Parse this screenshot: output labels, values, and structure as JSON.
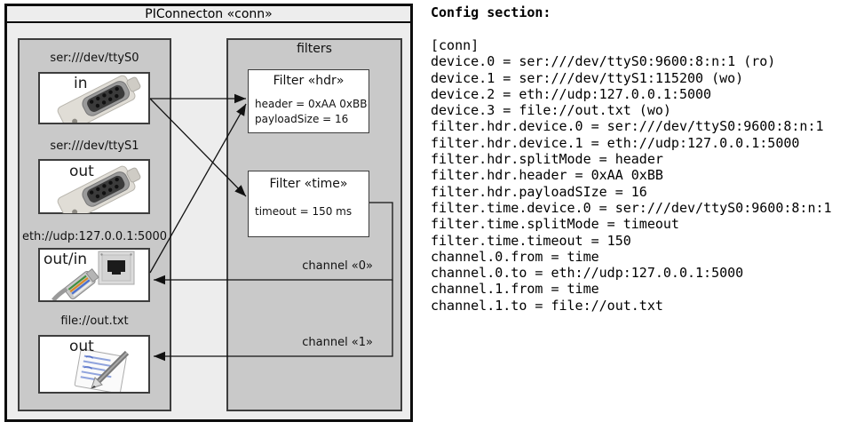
{
  "diagram": {
    "title": "PIConnecton «conn»",
    "devices": [
      {
        "label": "ser:///dev/ttyS0",
        "direction": "in",
        "icon": "serial-connector-icon"
      },
      {
        "label": "ser:///dev/ttyS1",
        "direction": "out",
        "icon": "serial-connector-icon"
      },
      {
        "label": "eth://udp:127.0.0.1:5000",
        "direction": "out/in",
        "icon": "ethernet-icon"
      },
      {
        "label": "file://out.txt",
        "direction": "out",
        "icon": "notepad-icon"
      }
    ],
    "filters_panel": {
      "title": "filters",
      "filters": [
        {
          "title": "Filter «hdr»",
          "properties": [
            "header = 0xAA 0xBB",
            "payloadSize = 16"
          ]
        },
        {
          "title": "Filter «time»",
          "properties": [
            "timeout = 150 ms"
          ]
        }
      ]
    },
    "channels": [
      {
        "label": "channel «0»"
      },
      {
        "label": "channel «1»"
      }
    ]
  },
  "config": {
    "heading": "Config section:",
    "lines": [
      "[conn]",
      "device.0 = ser:///dev/ttyS0:9600:8:n:1 (ro)",
      "device.1 = ser:///dev/ttyS1:115200 (wo)",
      "device.2 = eth://udp:127.0.0.1:5000",
      "device.3 = file://out.txt (wo)",
      "filter.hdr.device.0 = ser:///dev/ttyS0:9600:8:n:1",
      "filter.hdr.device.1 = eth://udp:127.0.0.1:5000",
      "filter.hdr.splitMode = header",
      "filter.hdr.header = 0xAA 0xBB",
      "filter.hdr.payloadSIze = 16",
      "filter.time.device.0 = ser:///dev/ttyS0:9600:8:n:1",
      "filter.time.splitMode = timeout",
      "filter.time.timeout = 150",
      "channel.0.from = time",
      "channel.0.to = eth://udp:127.0.0.1:5000",
      "channel.1.from = time",
      "channel.1.to = file://out.txt"
    ]
  },
  "colors": {
    "outer_background": "#ededed",
    "panel_background": "#c9c9c9",
    "box_background": "#ffffff",
    "line_color": "#111111"
  }
}
